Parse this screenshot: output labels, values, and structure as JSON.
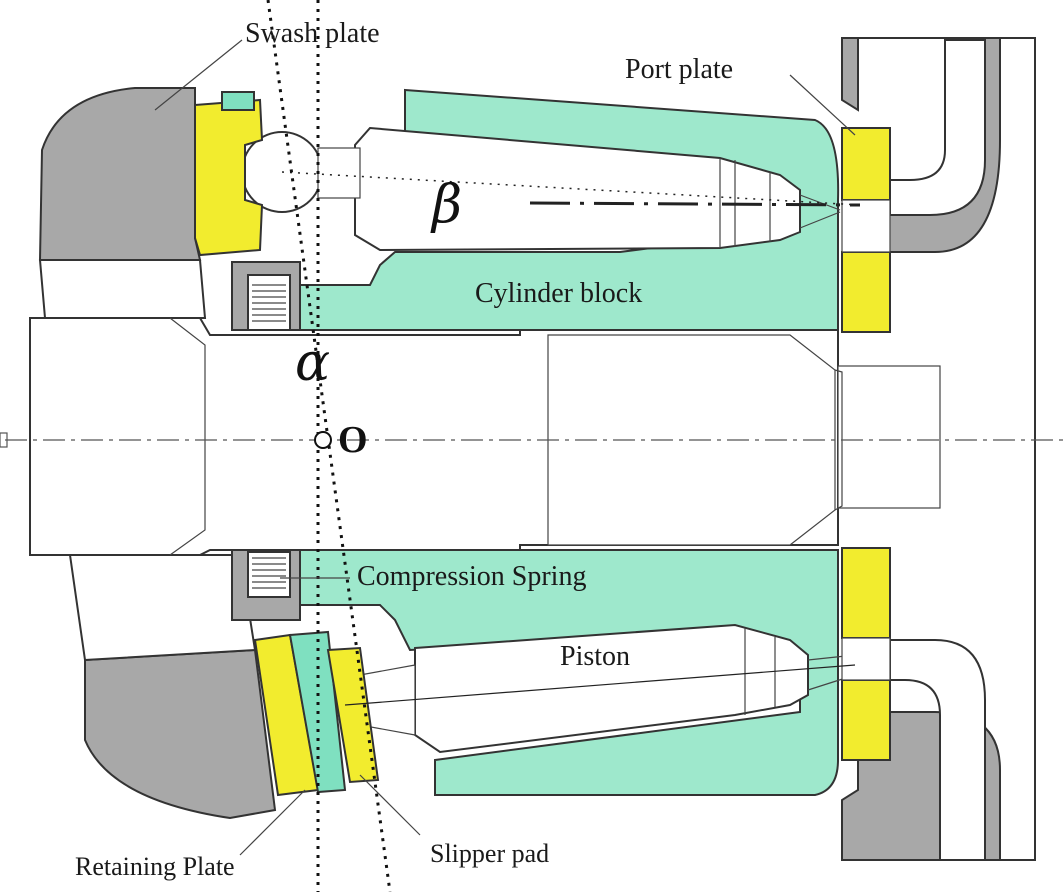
{
  "labels": {
    "swash_plate": "Swash plate",
    "port_plate": "Port plate",
    "cylinder_block": "Cylinder block",
    "compression_spring": "Compression Spring",
    "piston": "Piston",
    "retaining_plate": "Retaining Plate",
    "slipper_pad": "Slipper pad"
  },
  "symbols": {
    "alpha": "α",
    "beta": "β",
    "origin": "O"
  },
  "colors": {
    "housing_gray": "#a8a8a8",
    "cylinder_green": "#9ee8cc",
    "plate_yellow": "#f2ec2e",
    "retaining_teal": "#7fe0c0",
    "outline": "#333333"
  }
}
